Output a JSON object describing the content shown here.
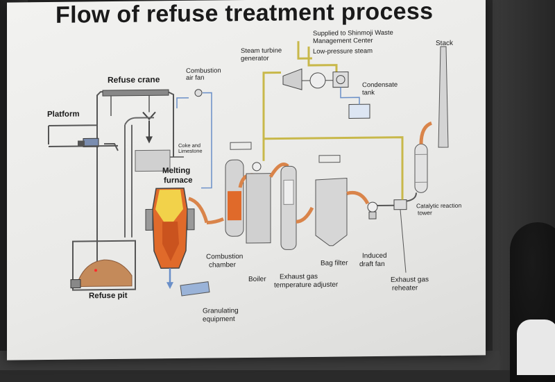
{
  "title": "Flow of refuse treatment process",
  "labels": {
    "platform": "Platform",
    "refuse_crane": "Refuse crane",
    "combustion_air_fan": [
      "Combustion",
      "air fan"
    ],
    "coke_limestone": [
      "Coke and",
      "Limestone"
    ],
    "melting_furnace": [
      "Melting",
      "furnace"
    ],
    "refuse_pit": "Refuse pit",
    "granulating_equipment": [
      "Granulating",
      "equipment"
    ],
    "combustion_chamber": [
      "Combustion",
      "chamber"
    ],
    "boiler": "Boiler",
    "exhaust_gas_temperature_adjuster": [
      "Exhaust gas",
      "temperature adjuster"
    ],
    "bag_filter": "Bag filter",
    "induced_draft_fan": [
      "Induced",
      "draft fan"
    ],
    "exhaust_gas_reheater": [
      "Exhaust gas",
      "reheater"
    ],
    "catalytic_reaction_tower": [
      "Catalytic reaction",
      "tower"
    ],
    "stack": "Stack",
    "steam_turbine_generator": [
      "Steam turbine",
      "generator"
    ],
    "supplied_to": [
      "Supplied to Shinmoji Waste",
      "Management Center"
    ],
    "low_pressure_steam": "Low-pressure steam",
    "condensate_tank": [
      "Condensate",
      "tank"
    ]
  },
  "colors": {
    "steam_line": "#c8b84a",
    "gas_line": "#d9844a",
    "water_line": "#6a8fc8",
    "equipment": "#d4d4d4",
    "flame_yellow": "#f2d24a",
    "flame_orange": "#e06a2a",
    "refuse": "#c48a5a",
    "outline": "#555555",
    "text": "#1a1a1a"
  }
}
